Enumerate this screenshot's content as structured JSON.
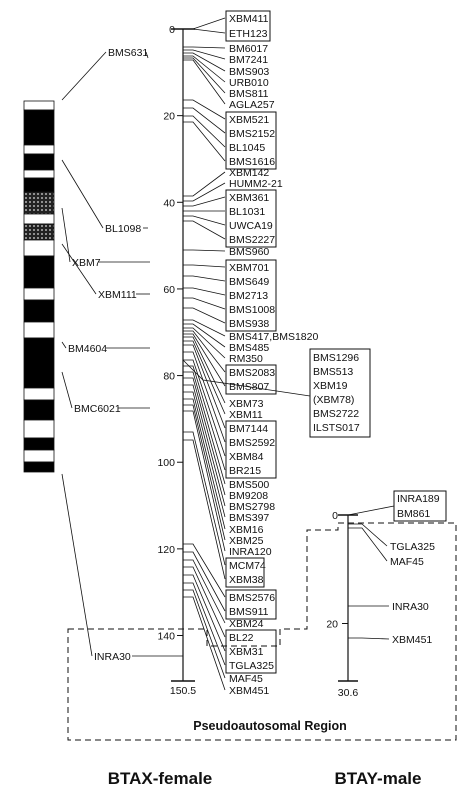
{
  "figure": {
    "pseudoautosomal_label": "Pseudoautosomal Region",
    "x_chrom_caption": "BTAX-female",
    "y_chrom_caption": "BTAY-male"
  },
  "x_map": {
    "axis_min": 0,
    "axis_max": 150.5,
    "end_label": "150.5",
    "ticks": [
      0,
      20,
      40,
      60,
      80,
      100,
      120,
      140
    ],
    "markers": [
      {
        "text": "XBM411",
        "boxed": true
      },
      {
        "text": "ETH123",
        "boxed": true
      },
      {
        "text": "BM6017"
      },
      {
        "text": "BM7241"
      },
      {
        "text": "BMS903"
      },
      {
        "text": "URB010"
      },
      {
        "text": "BMS811"
      },
      {
        "text": "AGLA257"
      },
      {
        "text": "XBM521",
        "boxed": true
      },
      {
        "text": "BMS2152",
        "boxed": true
      },
      {
        "text": "BL1045",
        "boxed": true
      },
      {
        "text": "BMS1616",
        "boxed": true
      },
      {
        "text": "XBM142"
      },
      {
        "text": "HUMM2-21"
      },
      {
        "text": "XBM361",
        "boxed": true
      },
      {
        "text": "BL1031",
        "boxed": true
      },
      {
        "text": "UWCA19",
        "boxed": true
      },
      {
        "text": "BMS2227",
        "boxed": true
      },
      {
        "text": "BMS960"
      },
      {
        "text": "XBM701",
        "boxed": true
      },
      {
        "text": "BMS649",
        "boxed": true
      },
      {
        "text": "BM2713",
        "boxed": true
      },
      {
        "text": "BMS1008",
        "boxed": true
      },
      {
        "text": "BMS938",
        "boxed": true
      },
      {
        "text": "BMS417,BMS1820"
      },
      {
        "text": "BMS485"
      },
      {
        "text": "RM350"
      },
      {
        "text": "BMS2083",
        "boxed": true
      },
      {
        "text": "BMS807",
        "boxed": true
      },
      {
        "text": "XBM73"
      },
      {
        "text": "XBM11"
      },
      {
        "text": "BM7144",
        "boxed": true
      },
      {
        "text": "BMS2592",
        "boxed": true
      },
      {
        "text": "XBM84",
        "boxed": true
      },
      {
        "text": "BR215",
        "boxed": true
      },
      {
        "text": "BMS500"
      },
      {
        "text": "BM9208"
      },
      {
        "text": "BMS2798"
      },
      {
        "text": "BMS397"
      },
      {
        "text": "XBM16"
      },
      {
        "text": "XBM25"
      },
      {
        "text": "INRA120"
      },
      {
        "text": "MCM74",
        "boxed": true
      },
      {
        "text": "XBM38",
        "boxed": true
      },
      {
        "text": "BMS2576",
        "boxed": true
      },
      {
        "text": "BMS911",
        "boxed": true
      },
      {
        "text": "XBM24"
      },
      {
        "text": "BL22",
        "boxed": true
      },
      {
        "text": "XBM31",
        "boxed": true
      },
      {
        "text": "TGLA325",
        "boxed": true
      },
      {
        "text": "MAF45"
      },
      {
        "text": "XBM451"
      }
    ],
    "side_group": [
      "BMS1296",
      "BMS513",
      "XBM19",
      "(XBM78)",
      "BMS2722",
      "ILSTS017"
    ]
  },
  "ideogram": {
    "labels": [
      "BMS631",
      "BL1098",
      "XBM7",
      "XBM111",
      "BM4604",
      "BMC6021",
      "INRA30"
    ]
  },
  "y_map": {
    "axis_min": 0,
    "axis_max": 30.6,
    "end_label": "30.6",
    "ticks": [
      0,
      20
    ],
    "markers": [
      {
        "text": "INRA189",
        "boxed": true
      },
      {
        "text": "BM861",
        "boxed": true
      },
      {
        "text": "TGLA325"
      },
      {
        "text": "MAF45"
      },
      {
        "text": "INRA30"
      },
      {
        "text": "XBM451"
      }
    ]
  }
}
